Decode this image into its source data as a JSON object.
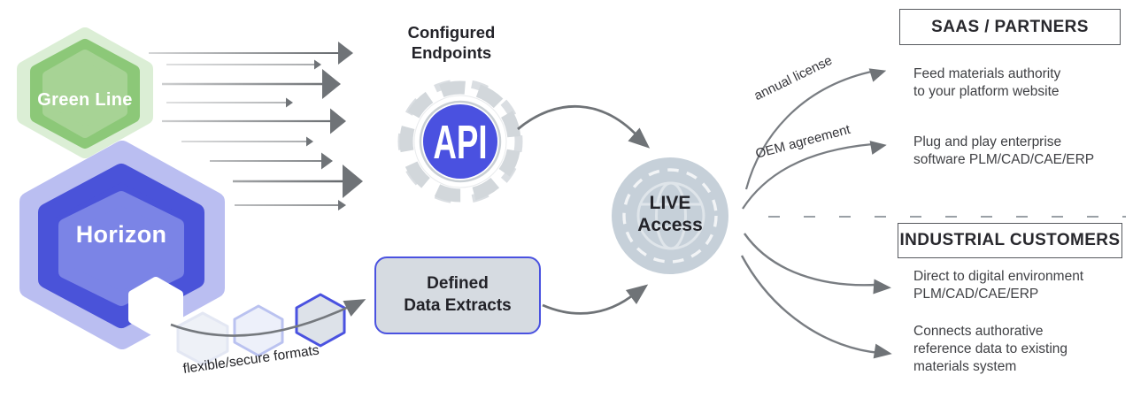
{
  "diagram": {
    "source": {
      "green_hex_label": "Green Line",
      "blue_hex_label": "Horizon"
    },
    "api_endpoint": {
      "title_lines": [
        "Configured",
        "Endpoints"
      ],
      "badge_text": "API"
    },
    "data_extracts": {
      "box_lines": [
        "Defined",
        "Data Extracts"
      ],
      "formats_caption": "flexible/secure formats"
    },
    "live_access": {
      "lines": [
        "LIVE",
        "Access"
      ]
    },
    "route_labels": {
      "top": "annual license",
      "bottom": "OEM agreement"
    },
    "saas_section": {
      "header": "SAAS / PARTNERS",
      "items": [
        {
          "lines": [
            "Feed materials authority",
            "to your platform website"
          ]
        },
        {
          "lines": [
            "Plug and play enterprise",
            "software PLM/CAD/CAE/ERP"
          ]
        }
      ]
    },
    "industrial_section": {
      "header": "INDUSTRIAL CUSTOMERS",
      "items": [
        {
          "lines": [
            "Direct to digital environment",
            "PLM/CAD/CAE/ERP"
          ]
        },
        {
          "lines": [
            "Connects authorative",
            "reference data to existing",
            "materials system"
          ]
        }
      ]
    },
    "colors": {
      "accent_blue": "#4a52e0",
      "hexagon_blue_mid": "#4a53d9",
      "hexagon_blue_inner": "#7b84e6",
      "hexagon_green": "#8cc878",
      "hexagon_green_inner": "#a7d395",
      "hub_circle_gray": "#c6d0d9",
      "arrow_gray": "#6f7377",
      "text_dark": "#2a2a30"
    }
  }
}
